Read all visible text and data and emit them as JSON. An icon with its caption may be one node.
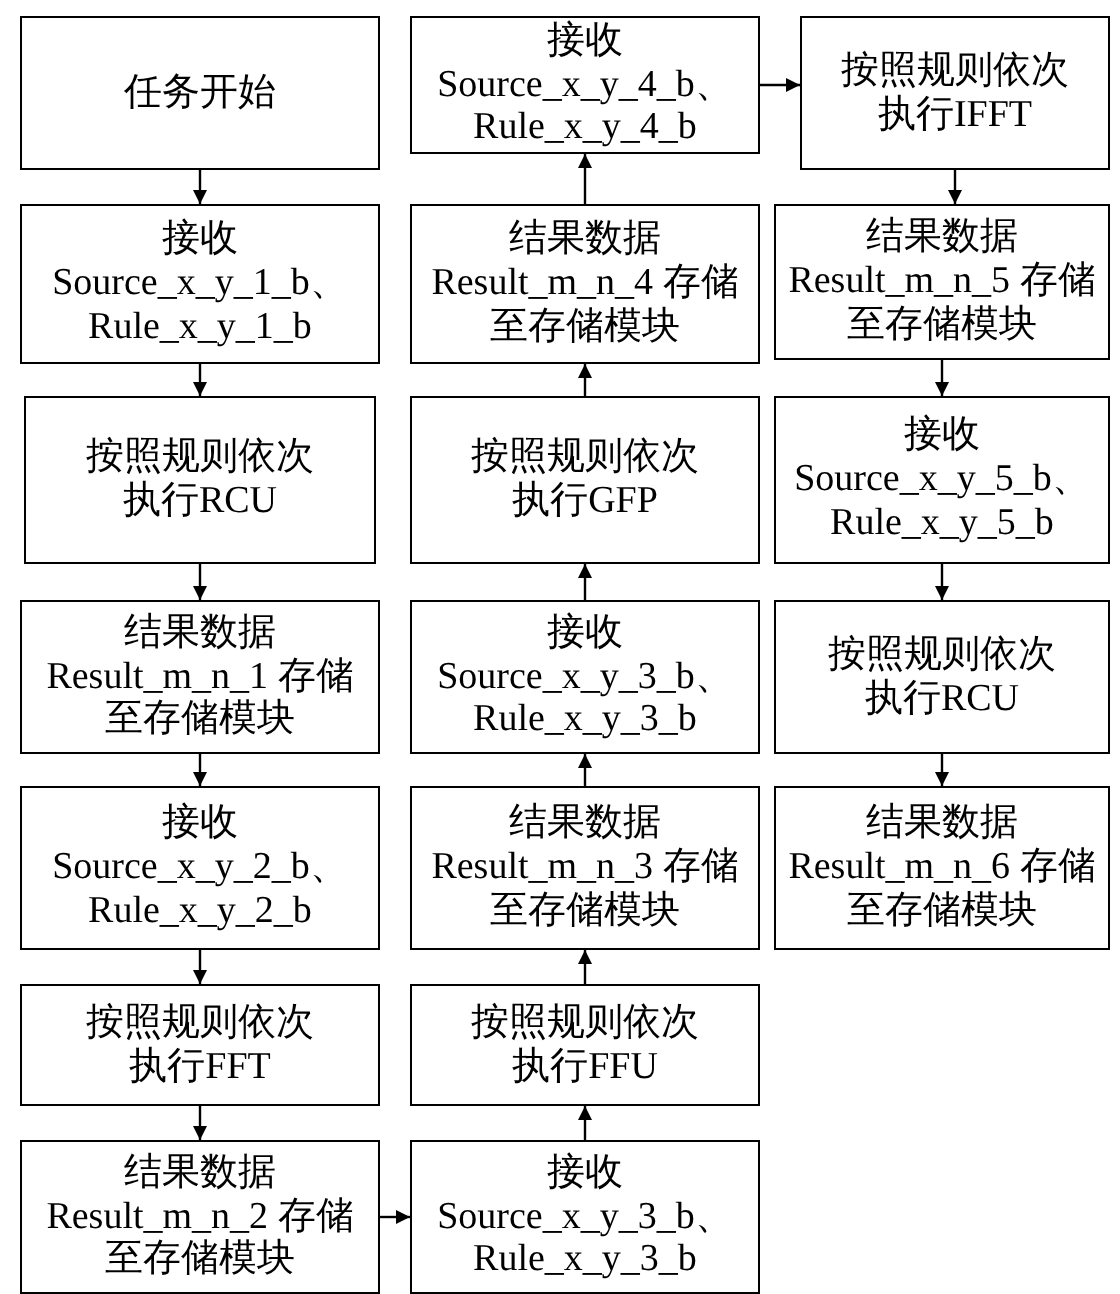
{
  "diagram": {
    "nodes": [
      {
        "text": [
          "任务开始"
        ]
      },
      {
        "text": [
          "接收 Source_x_y_1_b、 Rule_x_y_1_b"
        ]
      },
      {
        "text": [
          "按照规则依次执行RCU"
        ]
      },
      {
        "text": [
          "结果数据 Result_m_n_1 存储至存储模块"
        ]
      },
      {
        "text": [
          "接收 Source_x_y_2_b、 Rule_x_y_2_b"
        ]
      },
      {
        "text": [
          "按照规则依次执行FFT"
        ]
      },
      {
        "text": [
          "结果数据 Result_m_n_2 存储至存储模块"
        ]
      },
      {
        "text": [
          "接收 Source_x_y_3_b、 Rule_x_y_3_b"
        ]
      },
      {
        "text": [
          "按照规则依次执行FFU"
        ]
      },
      {
        "text": [
          "结果数据 Result_m_n_3 存储至存储模块"
        ]
      },
      {
        "text": [
          "接收 Source_x_y_3_b、 Rule_x_y_3_b"
        ]
      },
      {
        "text": [
          "按照规则依次执行GFP"
        ]
      },
      {
        "text": [
          "结果数据 Result_m_n_4 存储至存储模块"
        ]
      },
      {
        "text": [
          "接收 Source_x_y_4_b、 Rule_x_y_4_b"
        ]
      },
      {
        "text": [
          "按照规则依次执行IFFT"
        ]
      },
      {
        "text": [
          "结果数据 Result_m_n_5 存储至存储模块"
        ]
      },
      {
        "text": [
          "接收 Source_x_y_5_b、 Rule_x_y_5_b"
        ]
      },
      {
        "text": [
          "按照规则依次执行RCU"
        ]
      },
      {
        "text": [
          "结果数据 Result_m_n_6 存储至存储模块"
        ]
      }
    ],
    "edges": [
      {
        "from": 0,
        "to": 1,
        "arrow": "to"
      },
      {
        "from": 1,
        "to": 2,
        "arrow": "to"
      },
      {
        "from": 2,
        "to": 3,
        "arrow": "to"
      },
      {
        "from": 3,
        "to": 4,
        "arrow": "to"
      },
      {
        "from": 4,
        "to": 5,
        "arrow": "to"
      },
      {
        "from": 5,
        "to": 6,
        "arrow": "to"
      },
      {
        "from": 6,
        "to": 7,
        "arrow": "to"
      },
      {
        "from": 7,
        "to": 8,
        "arrow": "to"
      },
      {
        "from": 8,
        "to": 9,
        "arrow": "to"
      },
      {
        "from": 9,
        "to": 10,
        "arrow": "to"
      },
      {
        "from": 10,
        "to": 11,
        "arrow": "to"
      },
      {
        "from": 11,
        "to": 12,
        "arrow": "to"
      },
      {
        "from": 12,
        "to": 13,
        "arrow": "to"
      },
      {
        "from": 13,
        "to": 14,
        "arrow": "to"
      },
      {
        "from": 14,
        "to": 15,
        "arrow": "to"
      },
      {
        "from": 15,
        "to": 16,
        "arrow": "to"
      },
      {
        "from": 16,
        "to": 17,
        "arrow": "to"
      },
      {
        "from": 17,
        "to": 18,
        "arrow": "to"
      }
    ]
  }
}
